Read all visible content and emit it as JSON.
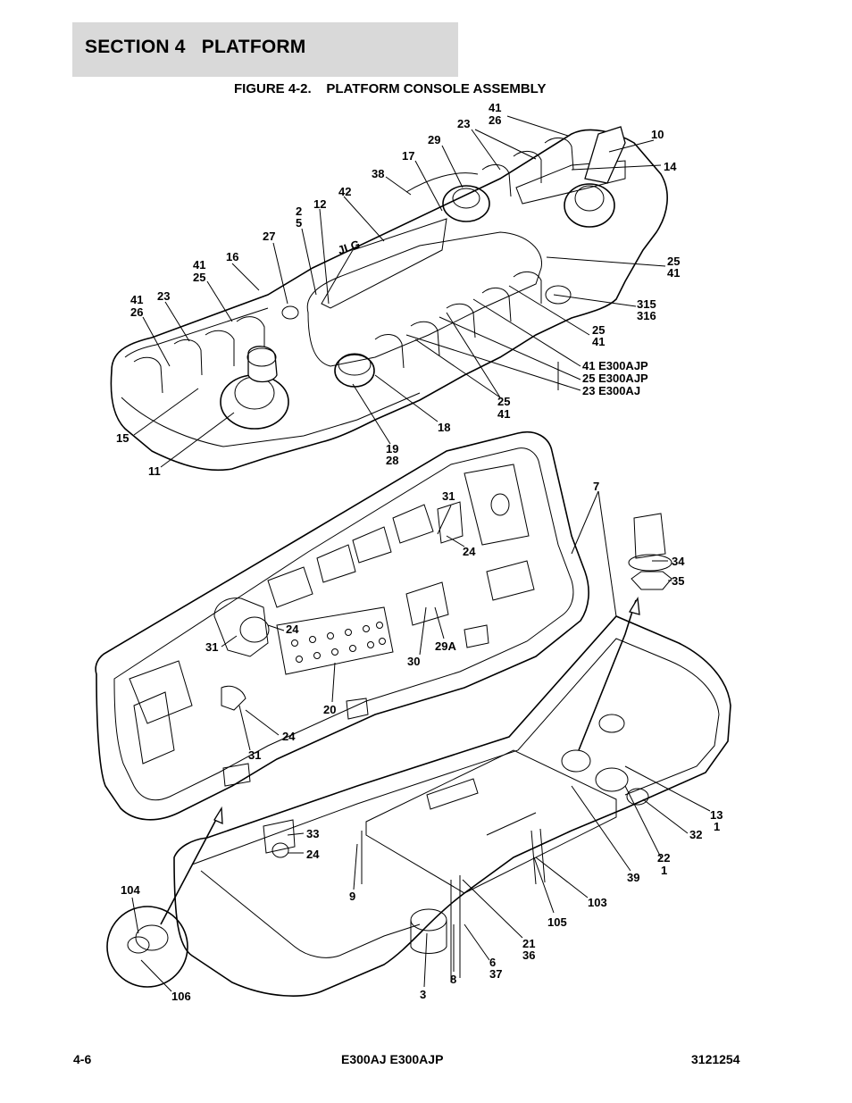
{
  "header": {
    "section_title": "SECTION 4   PLATFORM"
  },
  "figure": {
    "title": "FIGURE 4-2.    PLATFORM CONSOLE ASSEMBLY",
    "logo_text": "JLG",
    "callouts": {
      "c41_26_top": "41",
      "c26_top": "26",
      "c23_top": "23",
      "c10": "10",
      "c14": "14",
      "c29": "29",
      "c17": "17",
      "c38": "38",
      "c42": "42",
      "c12": "12",
      "c2": "2",
      "c5": "5",
      "c27": "27",
      "c16": "16",
      "c41_l": "41",
      "c25_l": "25",
      "c41_ll": "41",
      "c26_ll": "26",
      "c23_l": "23",
      "c25_r": "25",
      "c41_r": "41",
      "c315": "315",
      "c316": "316",
      "c25_r2": "25",
      "c41_r2": "41",
      "c41_e300ajp": "41 E300AJP",
      "c25_e300ajp": "25 E300AJP",
      "c23_e300aj": "23 E300AJ",
      "c25_m": "25",
      "c41_m": "41",
      "c15": "15",
      "c18": "18",
      "c19": "19",
      "c28": "28",
      "c11": "11",
      "c7": "7",
      "c31_top": "31",
      "c24_top": "24",
      "c34": "34",
      "c35": "35",
      "c31_l": "31",
      "c24_l": "24",
      "c30": "30",
      "c29a": "29A",
      "c20": "20",
      "c24_b": "24",
      "c31_b": "31",
      "c13": "13",
      "c1_a": "1",
      "c32": "32",
      "c22": "22",
      "c1_b": "1",
      "c33": "33",
      "c24_c": "24",
      "c39": "39",
      "c104": "104",
      "c9": "9",
      "c103": "103",
      "c105": "105",
      "c21": "21",
      "c36": "36",
      "c6": "6",
      "c37": "37",
      "c3": "3",
      "c8": "8",
      "c106": "106"
    }
  },
  "footer": {
    "page_number": "4-6",
    "model": "E300AJ E300AJP",
    "doc_number": "3121254"
  }
}
